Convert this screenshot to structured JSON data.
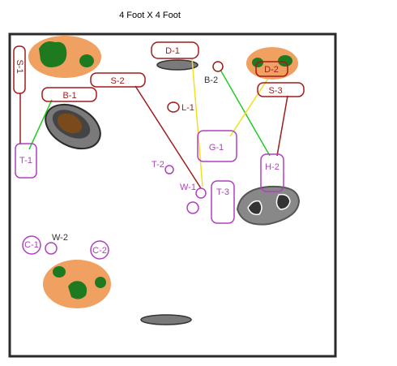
{
  "title": "4 Foot X 4 Foot",
  "colors": {
    "red": "#a01c1c",
    "purple": "#b040c0",
    "green": "#22cc22",
    "yellow": "#f0e020",
    "orange": "#f0a060",
    "foliage": "#1e7a1e",
    "rock_gray": "#7a7a7a",
    "hole_dark": "#333333",
    "brown": "#7a4a1a",
    "border": "#2a2a2a"
  },
  "labels": {
    "S-1": "S-1",
    "S-2": "S-2",
    "S-3": "S-3",
    "D-1": "D-1",
    "D-2": "D-2",
    "B-1": "B-1",
    "B-2": "B-2",
    "L-1": "L-1",
    "T-1": "T-1",
    "T-2": "T-2",
    "T-3": "T-3",
    "G-1": "G-1",
    "H-2": "H-2",
    "W-1": "W-1",
    "W-2": "W-2",
    "C-1": "C-1",
    "C-2": "C-2"
  }
}
